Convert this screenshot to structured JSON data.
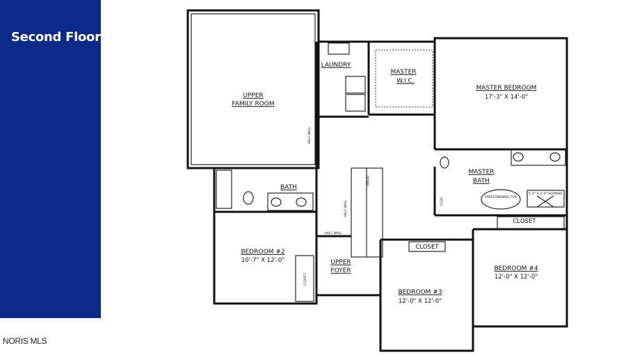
{
  "sidebar": {
    "title": "Second Floor",
    "color": "#0b2a8a"
  },
  "footer": {
    "watermark": "NORIS MLS"
  },
  "floor_plan": {
    "rooms": {
      "family_room": [
        "UPPER",
        "FAMILY ROOM"
      ],
      "laundry": "LAUNDRY",
      "master_wic": [
        "MASTER",
        "W.I.C."
      ],
      "master_bedroom": {
        "name": "MASTER BEDROOM",
        "size": "17'-3\" X 14'-0\""
      },
      "master_bath": [
        "MASTER",
        "BATH"
      ],
      "bath": "BATH",
      "bedroom2": {
        "name": "BEDROOM #2",
        "size": "10'-7\" X 12'-0\""
      },
      "foyer": [
        "UPPER",
        "FOYER"
      ],
      "bedroom3": {
        "name": "BEDROOM #3",
        "size": "12'-0\" X 12'-0\""
      },
      "bedroom4": {
        "name": "BEDROOM #4",
        "size": "12'-0\" X 12'-0\""
      }
    },
    "labels": {
      "closet": "CLOSET",
      "clos": "CLOS",
      "half_wall": "HALF WALL",
      "tub": "FREESTANDING TUB",
      "shower": "5'-0\" X 3'-0\" SHOWER",
      "down": "DOWN"
    }
  }
}
